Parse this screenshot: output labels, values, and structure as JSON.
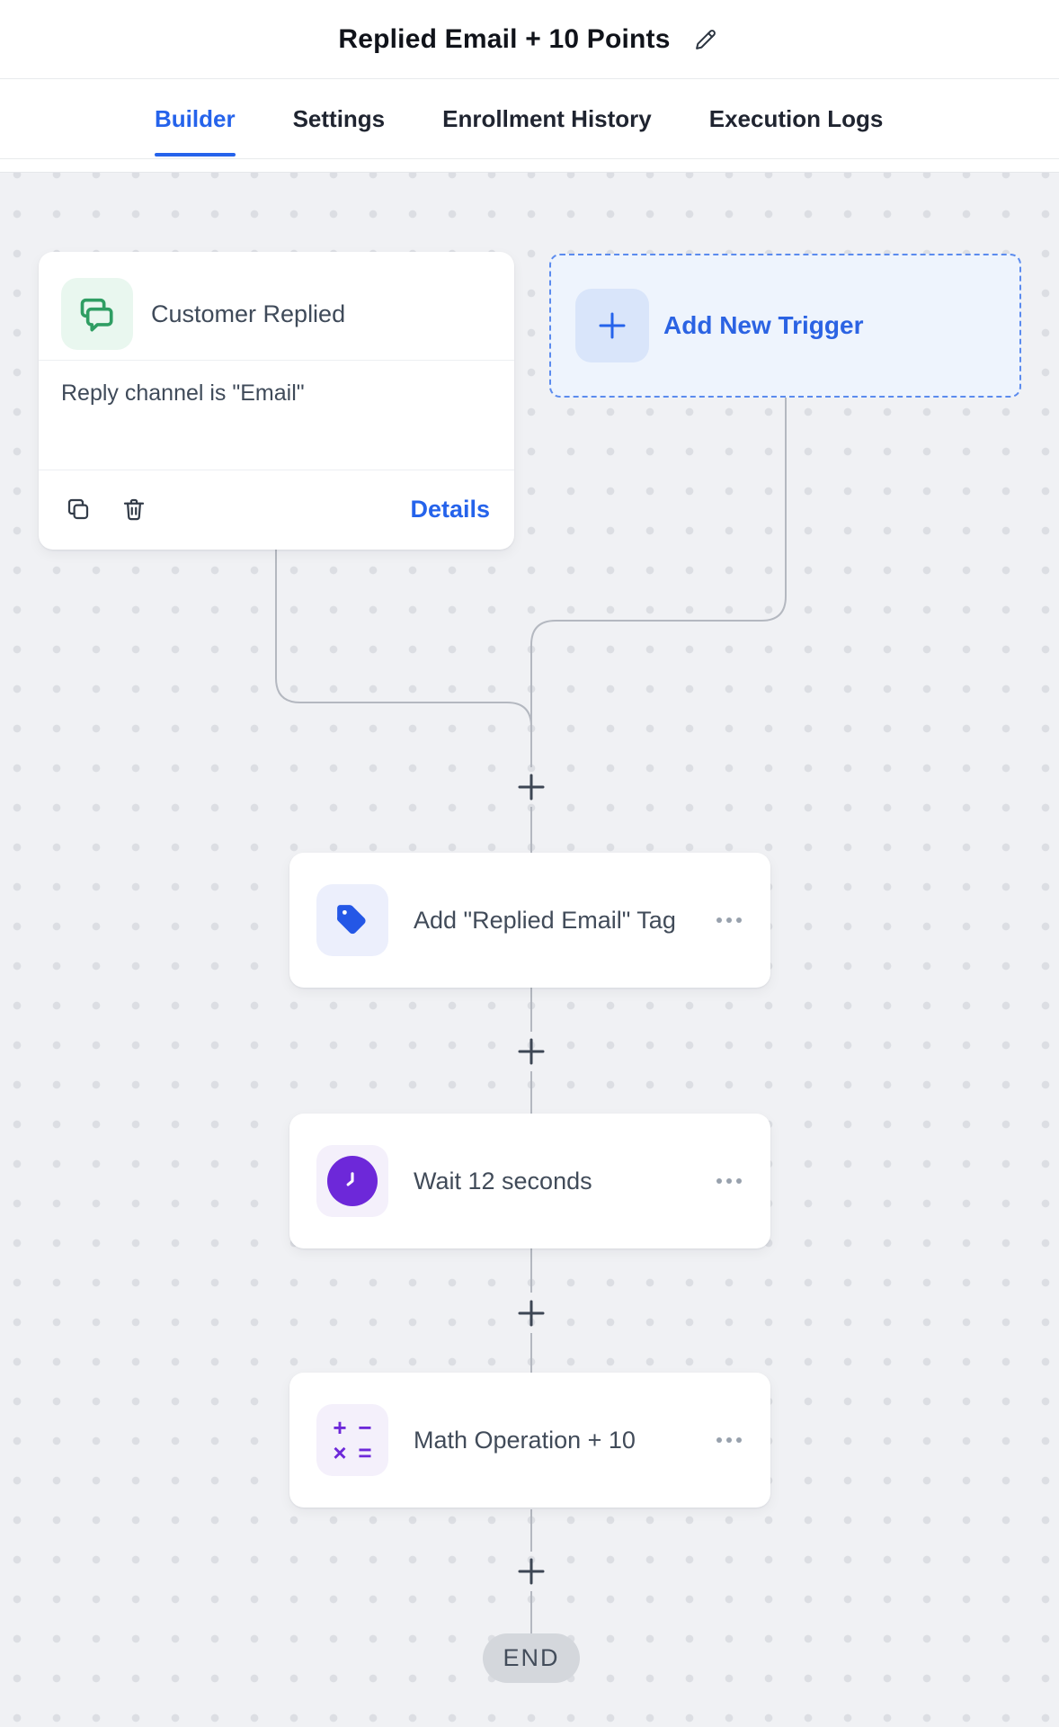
{
  "header": {
    "title": "Replied Email + 10 Points"
  },
  "tabs": {
    "active": "Builder",
    "items": [
      {
        "label": "Builder"
      },
      {
        "label": "Settings"
      },
      {
        "label": "Enrollment History"
      },
      {
        "label": "Execution Logs"
      }
    ]
  },
  "trigger": {
    "title": "Customer Replied",
    "condition": "Reply channel is \"Email\"",
    "details_label": "Details"
  },
  "add_trigger": {
    "label": "Add New Trigger"
  },
  "steps": [
    {
      "title": "Add \"Replied Email\" Tag"
    },
    {
      "title": "Wait 12 seconds"
    },
    {
      "title": "Math Operation + 10"
    }
  ],
  "end": {
    "label": "END"
  },
  "icons": {
    "header_edit": "pencil-icon",
    "trigger": "chat-bubbles-icon",
    "trigger_actions": [
      "copy-icon",
      "trash-icon"
    ],
    "add_trigger": "plus-icon",
    "step_icons": [
      "tag-icon",
      "clock-icon",
      "math-icon"
    ],
    "step_menu": "ellipsis-icon",
    "math_glyphs": [
      "+",
      "−",
      "×",
      "="
    ]
  },
  "colors": {
    "accent_blue": "#2563eb",
    "trigger_green": "#2f9e63",
    "trigger_green_bg": "#e9f7ef",
    "tag_blue": "#2457e6",
    "purple": "#6d28d9",
    "purple_bg": "#f4f0fb",
    "indigo_bg": "#eceffc",
    "add_trigger_bg": "#eef4fd",
    "canvas_bg": "#f0f1f4",
    "connector": "#b4b8c0",
    "end_pill_bg": "#d4d7dc",
    "text_dark": "#10131a",
    "text_slate": "#3f4a59"
  }
}
